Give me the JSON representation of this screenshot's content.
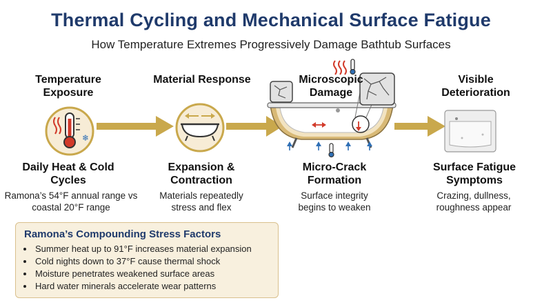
{
  "header": {
    "title": "Thermal Cycling and Mechanical Surface Fatigue",
    "subtitle": "How Temperature Extremes Progressively Damage Bathtub Surfaces"
  },
  "stages": [
    {
      "title": "Temperature Exposure",
      "head": "Daily Heat & Cold Cycles",
      "desc": "Ramona’s 54°F annual range vs coastal 20°F range"
    },
    {
      "title": "Material Response",
      "head": "Expansion & Contraction",
      "desc": "Materials repeatedly stress and flex"
    },
    {
      "title": "Microscopic Damage",
      "head": "Micro-Crack Formation",
      "desc": "Surface integrity begins to weaken"
    },
    {
      "title": "Visible Deterioration",
      "head": "Surface Fatigue Symptoms",
      "desc": "Crazing, dullness, roughness appear"
    }
  ],
  "factors": {
    "title": "Ramona’s Compounding Stress Factors",
    "items": [
      "Summer heat up to 91°F increases material expansion",
      "Cold nights down to 37°F cause thermal shock",
      "Moisture penetrates weakened surface areas",
      "Hard water minerals accelerate wear patterns"
    ]
  },
  "colors": {
    "title": "#1f3a6b",
    "arrow": "#c9a84c",
    "hot": "#d23a2a",
    "cold": "#2f6fb5",
    "panel_bg": "#f8f0de",
    "panel_border": "#d9c08d"
  },
  "icons": [
    "thermometer-icon",
    "bathtub-icon",
    "heat-waves-icon",
    "cold-thermometer-icon",
    "magnifier-crack-icon",
    "worn-tub-icon"
  ]
}
